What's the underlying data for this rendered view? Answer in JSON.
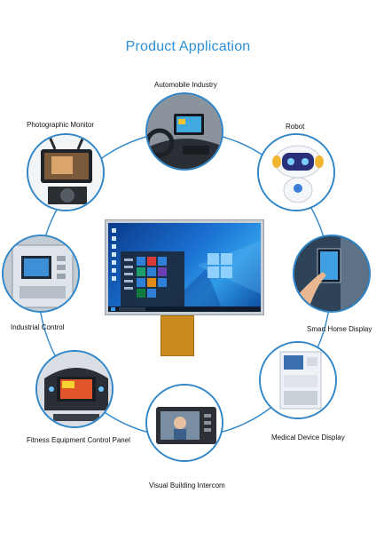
{
  "title": "Product Application",
  "center": {
    "os_logo": "windows-logo"
  },
  "applications": [
    {
      "label": "Automobile Industry",
      "icon": "car-dashboard-display"
    },
    {
      "label": "Robot",
      "icon": "robot"
    },
    {
      "label": "Smart Home Display",
      "icon": "smart-home-panel"
    },
    {
      "label": "Medical Device Display",
      "icon": "medical-analyzer"
    },
    {
      "label": "Visual Building Intercom",
      "icon": "intercom-monitor"
    },
    {
      "label": "Fitness Equipment Control Panel",
      "icon": "treadmill-console"
    },
    {
      "label": "Industrial Control",
      "icon": "industrial-cabinet"
    },
    {
      "label": "Photographic Monitor",
      "icon": "camera-monitor"
    }
  ],
  "colors": {
    "accent": "#2e8fd6",
    "ring": "#2f86c9"
  }
}
